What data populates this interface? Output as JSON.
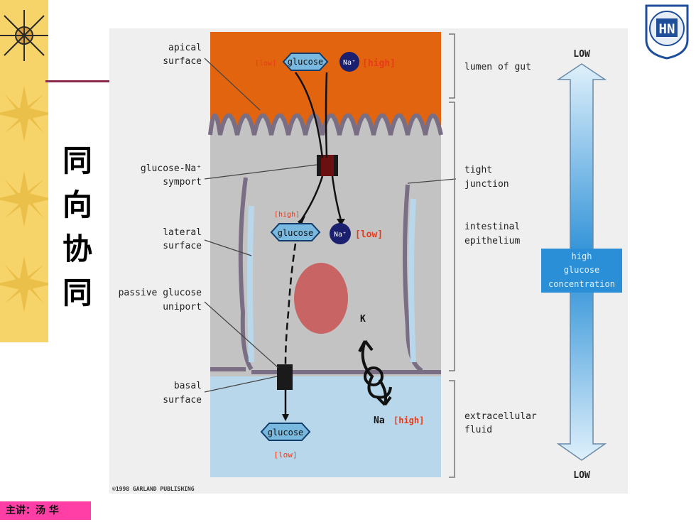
{
  "title_vertical": [
    "同",
    "向",
    "协",
    "同"
  ],
  "footer": "主讲：汤 华",
  "logo": {
    "letters": "HN"
  },
  "diagram": {
    "labels": {
      "apical_surface": [
        "apical",
        "surface"
      ],
      "glucose_na_symport": [
        "glucose-Na⁺",
        "symport"
      ],
      "lateral_surface": [
        "lateral",
        "surface"
      ],
      "passive_glucose_uniport": [
        "passive glucose",
        "uniport"
      ],
      "basal_surface": [
        "basal",
        "surface"
      ],
      "lumen_of_gut": "lumen of gut",
      "tight_junction": [
        "tight",
        "junction"
      ],
      "intestinal_epithelium": [
        "intestinal",
        "epithelium"
      ],
      "extracellular_fluid": [
        "extracellular",
        "fluid"
      ]
    },
    "molecules": {
      "glucose": "glucose",
      "na": "Na⁺",
      "low": "[low]",
      "high": "[high]",
      "k": "K",
      "na_plain": "Na"
    },
    "gradient": {
      "top": "LOW",
      "bottom": "LOW",
      "middle": [
        "high",
        "glucose",
        "concentration"
      ]
    },
    "copyright": "©1998 GARLAND PUBLISHING"
  },
  "colors": {
    "lumen": "#e2640f",
    "cell": "#c3c3c3",
    "membrane": "#7a6e85",
    "extracellular": "#b8d7ea",
    "glucose_fill": "#79b9e0",
    "na_fill": "#1a1f6e",
    "red_text": "#e83a1a",
    "nucleus": "#c96464",
    "arrow_blue": "#2a8fd6",
    "sidebar": "#f7d46a",
    "footer": "#ff3fa6"
  }
}
